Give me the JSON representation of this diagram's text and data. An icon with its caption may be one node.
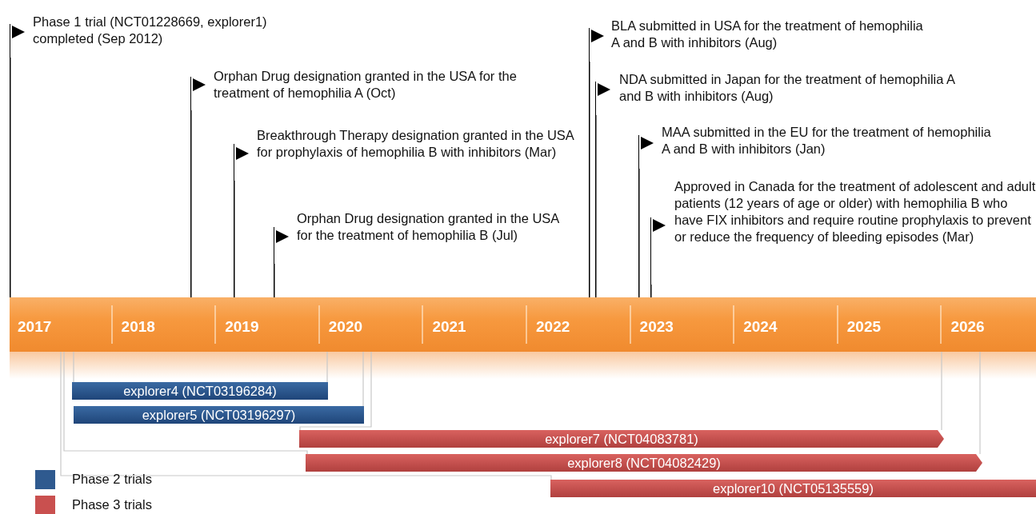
{
  "diagram": {
    "nodes": [
      {
        "text": [
          "Phase 1 trial (NCT01228669, explorer1) completed (Sep 2012)"
        ]
      },
      {
        "text": [
          "Orphan Drug designation granted in the USA for the treatment of hemophilia A (Oct)"
        ]
      },
      {
        "text": [
          "Breakthrough Therapy designation granted in the USA for prophylaxis of hemophilia B with inhibitors (Mar)"
        ]
      },
      {
        "text": [
          "Orphan Drug designation granted in the USA for the treatment of hemophilia B (Jul)"
        ]
      },
      {
        "text": [
          "BLA submitted in USA for the treatment of hemophilia A and B with inhibitors (Aug)"
        ]
      },
      {
        "text": [
          "NDA submitted in Japan for the treatment of hemophilia A and B with inhibitors (Aug)"
        ]
      },
      {
        "text": [
          "MAA submitted in the EU for the treatment of hemophilia A and B with inhibitors (Jan)"
        ]
      },
      {
        "text": [
          "Approved in Canada for the treatment of adolescent and adult patients (12 years of age or older) with hemophilia B who have FIX inhibitors and require routine prophylaxis to prevent or reduce the frequency of bleeding episodes (Mar)"
        ]
      },
      {
        "text": [
          "2017",
          "2018",
          "2019",
          "2020",
          "2021",
          "2022",
          "2023",
          "2024",
          "2025",
          "2026"
        ]
      },
      {
        "text": [
          "explorer4 (NCT03196284)"
        ]
      },
      {
        "text": [
          "explorer5 (NCT03196297)"
        ]
      },
      {
        "text": [
          "explorer7 (NCT04083781)"
        ]
      },
      {
        "text": [
          "explorer8 (NCT04082429)"
        ]
      },
      {
        "text": [
          "explorer10 (NCT05135559)"
        ]
      }
    ],
    "edges": [
      {
        "from": 0,
        "to": 8,
        "arrow": "none",
        "color": "#000000"
      },
      {
        "from": 1,
        "to": 8,
        "arrow": "none",
        "color": "#000000"
      },
      {
        "from": 2,
        "to": 8,
        "arrow": "none",
        "color": "#000000"
      },
      {
        "from": 3,
        "to": 8,
        "arrow": "none",
        "color": "#000000"
      },
      {
        "from": 4,
        "to": 8,
        "arrow": "none",
        "color": "#000000"
      },
      {
        "from": 5,
        "to": 8,
        "arrow": "none",
        "color": "#000000"
      },
      {
        "from": 6,
        "to": 8,
        "arrow": "none",
        "color": "#000000"
      },
      {
        "from": 7,
        "to": 8,
        "arrow": "none",
        "color": "#000000"
      },
      {
        "from": 9,
        "to": 8,
        "arrow": "none",
        "color": "#c8c8c8"
      },
      {
        "from": 9,
        "to": 8,
        "arrow": "none",
        "color": "#c8c8c8"
      },
      {
        "from": 10,
        "to": 8,
        "arrow": "none",
        "color": "#c8c8c8"
      },
      {
        "from": 11,
        "to": 8,
        "arrow": "none",
        "color": "#c8c8c8"
      },
      {
        "from": 11,
        "to": 8,
        "arrow": "none",
        "color": "#c8c8c8"
      },
      {
        "from": 12,
        "to": 8,
        "arrow": "none",
        "color": "#c8c8c8"
      },
      {
        "from": 12,
        "to": 8,
        "arrow": "none",
        "color": "#c8c8c8"
      },
      {
        "from": 13,
        "to": 8,
        "arrow": "none",
        "color": "#c8c8c8"
      }
    ],
    "legend": [
      {
        "text": "Phase 2 trials",
        "color": "#2f5a8f"
      },
      {
        "text": "Phase 3 trials",
        "color": "#c9504f"
      }
    ]
  }
}
